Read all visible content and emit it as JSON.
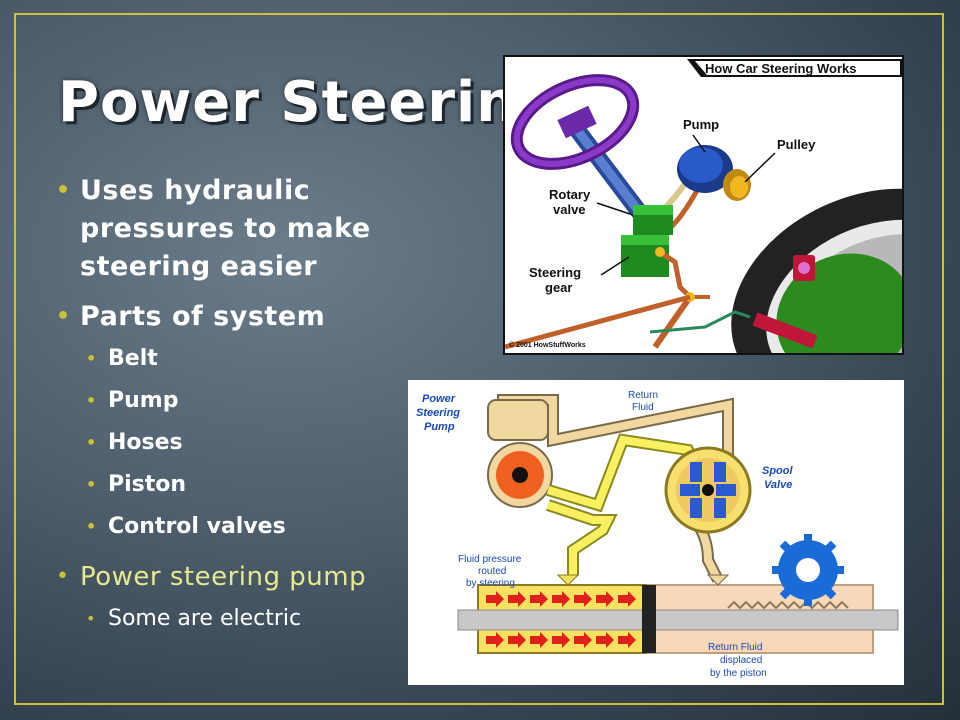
{
  "slide": {
    "title": "Power Steering",
    "bullets": [
      {
        "text": "Uses hydraulic pressures to make steering easier"
      },
      {
        "text": "Parts of system",
        "subitems": [
          "Belt",
          "Pump",
          "Hoses",
          "Piston",
          "Control valves"
        ]
      },
      {
        "text": "Power steering pump",
        "subitems": [
          "Some are electric"
        ]
      }
    ]
  },
  "figure1": {
    "banner": "How Car Steering Works",
    "labels": {
      "pump": "Pump",
      "pulley": "Pulley",
      "rotary_valve_1": "Rotary",
      "rotary_valve_2": "valve",
      "steering_gear_1": "Steering",
      "steering_gear_2": "gear"
    },
    "copyright": "© 2001 HowStuffWorks"
  },
  "figure2": {
    "labels": {
      "pump_1": "Power",
      "pump_2": "Steering",
      "pump_3": "Pump",
      "return_1": "Return",
      "return_2": "Fluid",
      "spool_1": "Spool",
      "spool_2": "Valve",
      "pressure_1": "Fluid pressure",
      "pressure_2": "routed",
      "pressure_3": "by steering",
      "displaced_1": "Return Fluid",
      "displaced_2": "displaced",
      "displaced_3": "by the piston"
    }
  },
  "colors": {
    "accent": "#c9c23a",
    "subtitle_text": "#e6e98f",
    "title_text": "#ffffff"
  }
}
